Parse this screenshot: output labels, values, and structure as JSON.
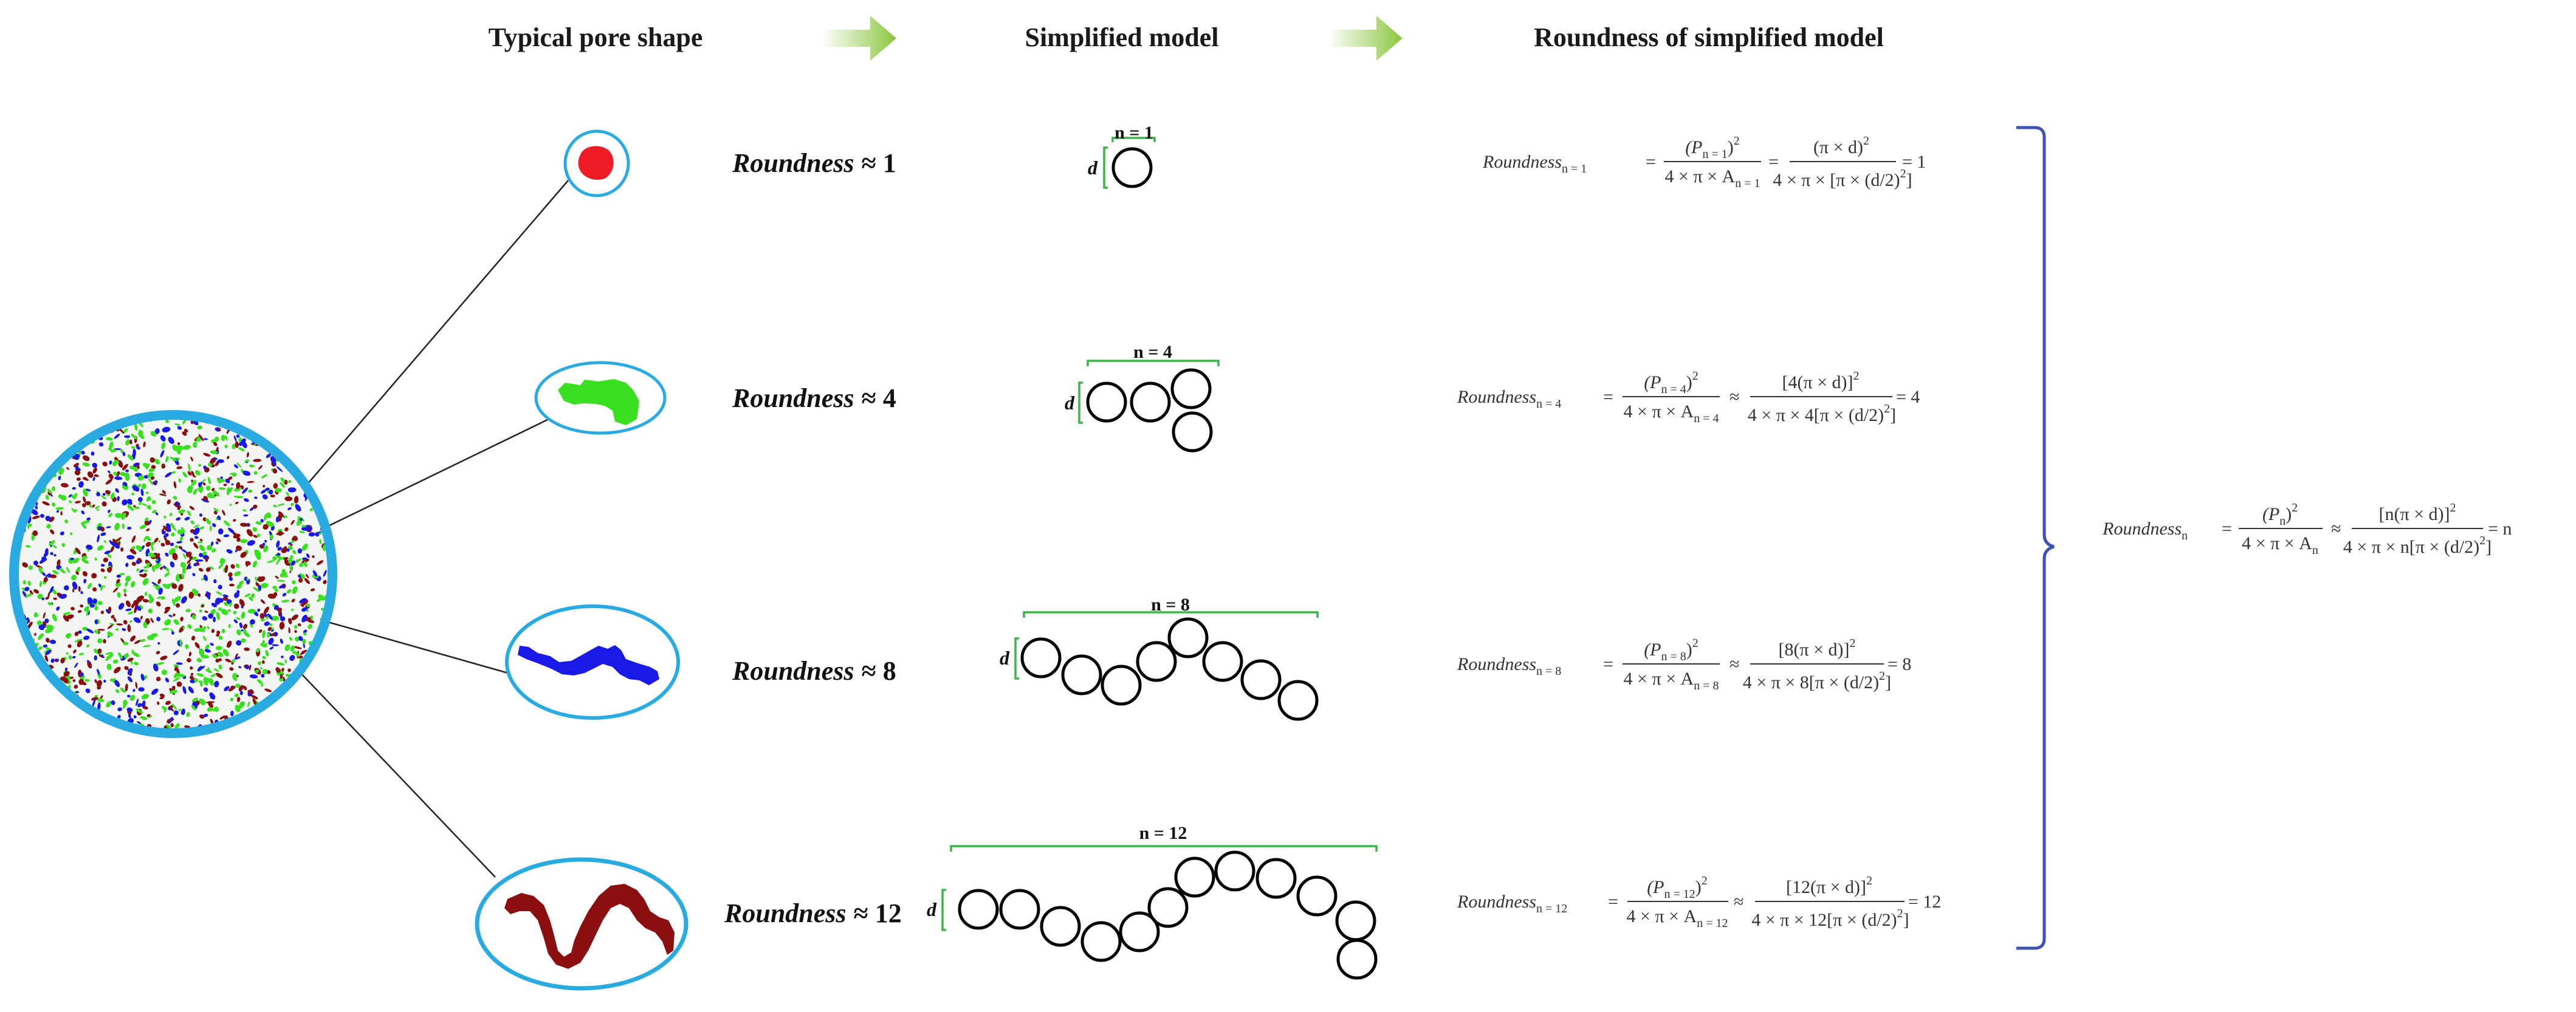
{
  "headers": {
    "col1": "Typical pore shape",
    "col2": "Simplified model",
    "col3": "Roundness of simplified model"
  },
  "colors": {
    "ring": "#29abe2",
    "arrow": "#8cc63f",
    "bracket_green": "#39b54a",
    "brace_blue": "#3f51b5",
    "pore1": "#ee1c24",
    "pore2": "#39e01f",
    "pore3": "#1a1ae6",
    "pore4": "#8b0f0f"
  },
  "rows": [
    {
      "roundness_word": "Roundness",
      "roundness_value": "≈ 1",
      "n_label": "n = 1",
      "d_label": "d",
      "eq": {
        "lhs": "Roundness",
        "lhs_sub": "n = 1",
        "num1": "(P",
        "num1_sub": "n = 1",
        "num1_tail": ")",
        "num1_sup": "2",
        "den1": "4 × π × A",
        "den1_sub": "n = 1",
        "op": "=",
        "num2": "(π × d)",
        "num2_sup": "2",
        "den2": "4 × π × [π × (d/2)",
        "den2_sup": "2",
        "den2_tail": "]",
        "result": "= 1"
      }
    },
    {
      "roundness_word": "Roundness",
      "roundness_value": "≈ 4",
      "n_label": "n = 4",
      "d_label": "d",
      "eq": {
        "lhs": "Roundness",
        "lhs_sub": "n = 4",
        "num1": "(P",
        "num1_sub": "n = 4",
        "num1_tail": ")",
        "num1_sup": "2",
        "den1": "4 × π × A",
        "den1_sub": "n = 4",
        "op": "≈",
        "num2": "[4(π × d)]",
        "num2_sup": "2",
        "den2": "4 × π × 4[π × (d/2)",
        "den2_sup": "2",
        "den2_tail": "]",
        "result": "= 4"
      }
    },
    {
      "roundness_word": "Roundness",
      "roundness_value": "≈ 8",
      "n_label": "n = 8",
      "d_label": "d",
      "eq": {
        "lhs": "Roundness",
        "lhs_sub": "n = 8",
        "num1": "(P",
        "num1_sub": "n = 8",
        "num1_tail": ")",
        "num1_sup": "2",
        "den1": "4 × π × A",
        "den1_sub": "n = 8",
        "op": "≈",
        "num2": "[8(π × d)]",
        "num2_sup": "2",
        "den2": "4 × π × 8[π × (d/2)",
        "den2_sup": "2",
        "den2_tail": "]",
        "result": "= 8"
      }
    },
    {
      "roundness_word": "Roundness",
      "roundness_value": "≈ 12",
      "n_label": "n = 12",
      "d_label": "d",
      "eq": {
        "lhs": "Roundness",
        "lhs_sub": "n = 12",
        "num1": "(P",
        "num1_sub": "n = 12",
        "num1_tail": ")",
        "num1_sup": "2",
        "den1": "4 × π × A",
        "den1_sub": "n = 12",
        "op": "≈",
        "num2": "[12(π × d)]",
        "num2_sup": "2",
        "den2": "4 × π × 12[π × (d/2)",
        "den2_sup": "2",
        "den2_tail": "]",
        "result": "= 12"
      }
    }
  ],
  "general_eq": {
    "lhs": "Roundness",
    "lhs_sub": "n",
    "num1": "(P",
    "num1_sub": "n",
    "num1_tail": ")",
    "num1_sup": "2",
    "den1": "4 × π × A",
    "den1_sub": "n",
    "op": "≈",
    "num2": "[n(π × d)]",
    "num2_sup": "2",
    "den2": "4 × π × n[π × (d/2)",
    "den2_sup": "2",
    "den2_tail": "]",
    "result": "= n"
  }
}
